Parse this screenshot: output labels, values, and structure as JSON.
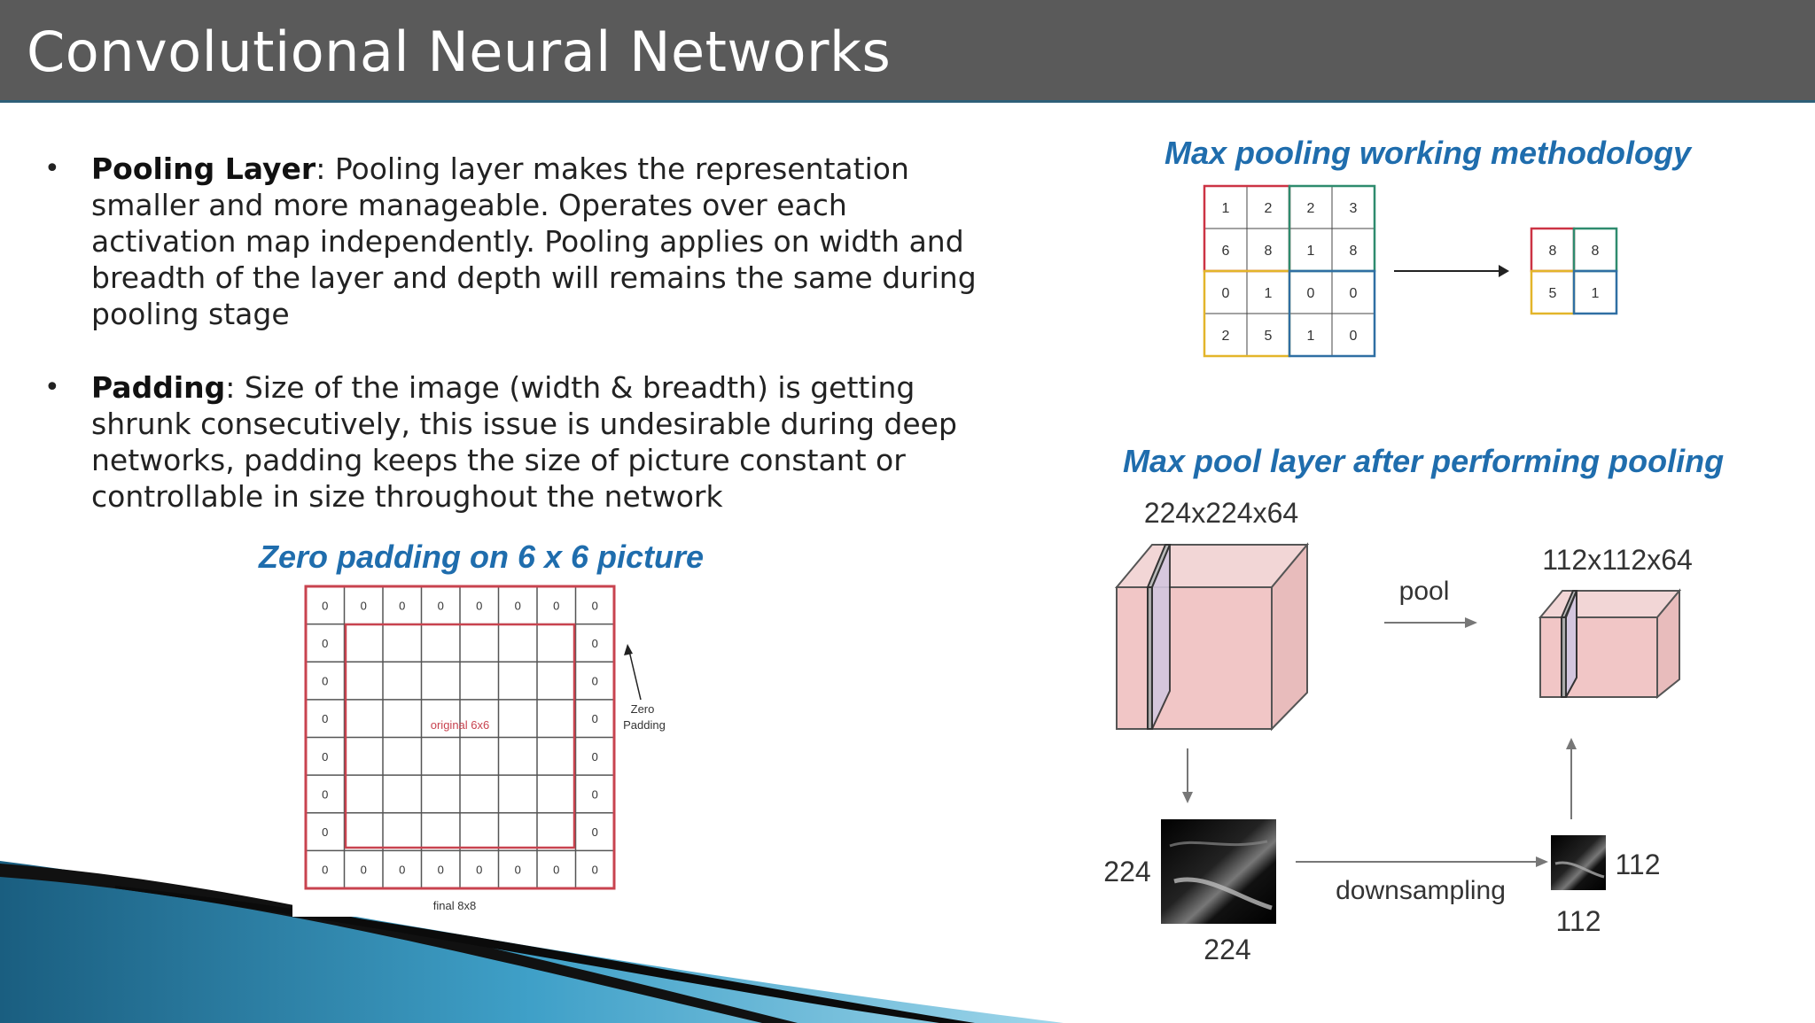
{
  "title": "Convolutional Neural Networks",
  "bullets": [
    {
      "term": "Pooling Layer",
      "sep": ":",
      "text": " Pooling layer makes the representation smaller and more manageable. Operates over each activation map independently. Pooling applies on width and breadth of the layer and depth will remains the same during pooling stage"
    },
    {
      "term": "Padding",
      "sep": ":",
      "text": " Size of the image (width & breadth) is getting shrunk consecutively, this issue is undesirable during deep networks, padding keeps the size of picture constant or controllable in size throughout the network"
    }
  ],
  "captions": {
    "zero_padding": "Zero padding on 6 x 6 picture",
    "max_pooling": "Max pooling working methodology",
    "max_pool_layer": "Max pool layer after performing pooling"
  },
  "zero_padding": {
    "cell_value": "0",
    "inner_label": "original 6x6",
    "outer_label": "final 8x8",
    "pointer_label_line1": "Zero",
    "pointer_label_line2": "Padding"
  },
  "max_pooling": {
    "input": [
      [
        "1",
        "2",
        "2",
        "3"
      ],
      [
        "6",
        "8",
        "1",
        "8"
      ],
      [
        "0",
        "1",
        "0",
        "0"
      ],
      [
        "2",
        "5",
        "1",
        "0"
      ]
    ],
    "output": [
      [
        "8",
        "8"
      ],
      [
        "5",
        "1"
      ]
    ]
  },
  "pool_diagram": {
    "input_dims": "224x224x64",
    "output_dims": "112x112x64",
    "pool_label": "pool",
    "downsampling_label": "downsampling",
    "in_height": "224",
    "in_width": "224",
    "out_height": "112",
    "out_width": "112"
  },
  "colors": {
    "title_bg": "#5a5a5a",
    "caption": "#1f6dad",
    "grid_red": "#c8434f",
    "q_red": "#cc3344",
    "q_green": "#2e8b6e",
    "q_yellow": "#e3b52a",
    "q_blue": "#2f6fa3"
  }
}
